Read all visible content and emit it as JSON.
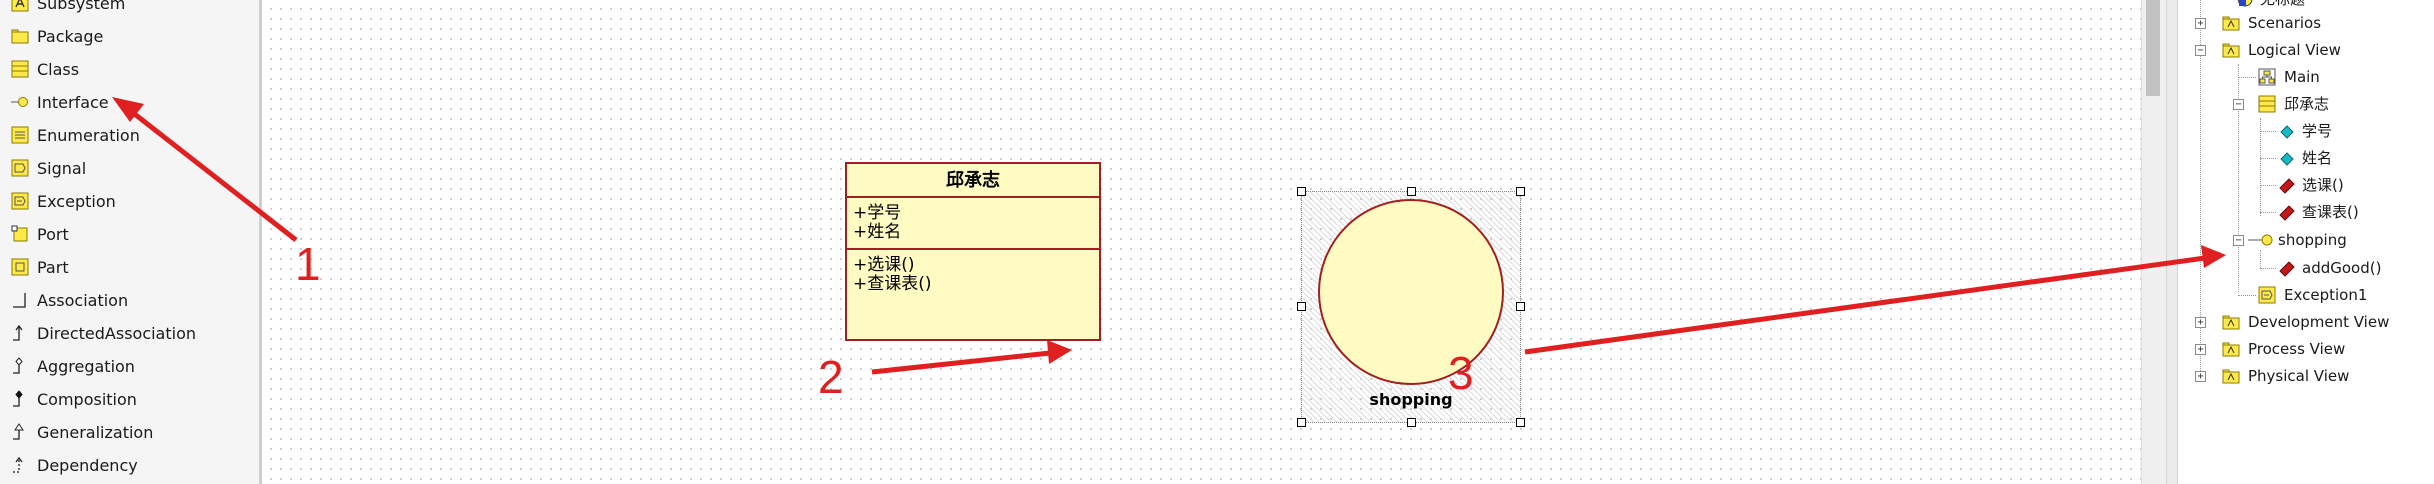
{
  "toolbox": {
    "items": [
      {
        "label": "Subsystem",
        "icon": "subsystem-icon"
      },
      {
        "label": "Package",
        "icon": "package-icon"
      },
      {
        "label": "Class",
        "icon": "class-icon"
      },
      {
        "label": "Interface",
        "icon": "interface-icon"
      },
      {
        "label": "Enumeration",
        "icon": "enumeration-icon"
      },
      {
        "label": "Signal",
        "icon": "signal-icon"
      },
      {
        "label": "Exception",
        "icon": "exception-icon"
      },
      {
        "label": "Port",
        "icon": "port-icon"
      },
      {
        "label": "Part",
        "icon": "part-icon"
      },
      {
        "label": "Association",
        "icon": "association-icon"
      },
      {
        "label": "DirectedAssociation",
        "icon": "directed-association-icon"
      },
      {
        "label": "Aggregation",
        "icon": "aggregation-icon"
      },
      {
        "label": "Composition",
        "icon": "composition-icon"
      },
      {
        "label": "Generalization",
        "icon": "generalization-icon"
      },
      {
        "label": "Dependency",
        "icon": "dependency-icon"
      }
    ]
  },
  "diagram": {
    "class_box": {
      "name": "邱承志",
      "attributes": [
        "+学号",
        "+姓名"
      ],
      "operations": [
        "+选课()",
        "+查课表()"
      ]
    },
    "interface": {
      "name": "shopping"
    }
  },
  "browser": {
    "root_label": "无标题",
    "items": [
      {
        "label": "Scenarios",
        "icon": "package-icon"
      },
      {
        "label": "Logical View",
        "icon": "package-icon"
      },
      {
        "label": "Main",
        "icon": "class-diagram-icon"
      },
      {
        "label": "邱承志",
        "icon": "class-icon"
      },
      {
        "label": "学号",
        "icon": "attribute-icon"
      },
      {
        "label": "姓名",
        "icon": "attribute-icon"
      },
      {
        "label": "选课()",
        "icon": "operation-icon"
      },
      {
        "label": "查课表()",
        "icon": "operation-icon"
      },
      {
        "label": "shopping",
        "icon": "interface-icon"
      },
      {
        "label": "addGood()",
        "icon": "operation-icon"
      },
      {
        "label": "Exception1",
        "icon": "exception-icon"
      },
      {
        "label": "Development View",
        "icon": "package-icon"
      },
      {
        "label": "Process View",
        "icon": "package-icon"
      },
      {
        "label": "Physical View",
        "icon": "package-icon"
      }
    ]
  },
  "annotations": {
    "labels": [
      "1",
      "2",
      "3"
    ]
  },
  "colors": {
    "uml_fill": "#fffbc2",
    "uml_border": "#a02020",
    "annotation_red": "#e02020",
    "attribute_cyan": "#18b8c8",
    "operation_red": "#c01818"
  }
}
